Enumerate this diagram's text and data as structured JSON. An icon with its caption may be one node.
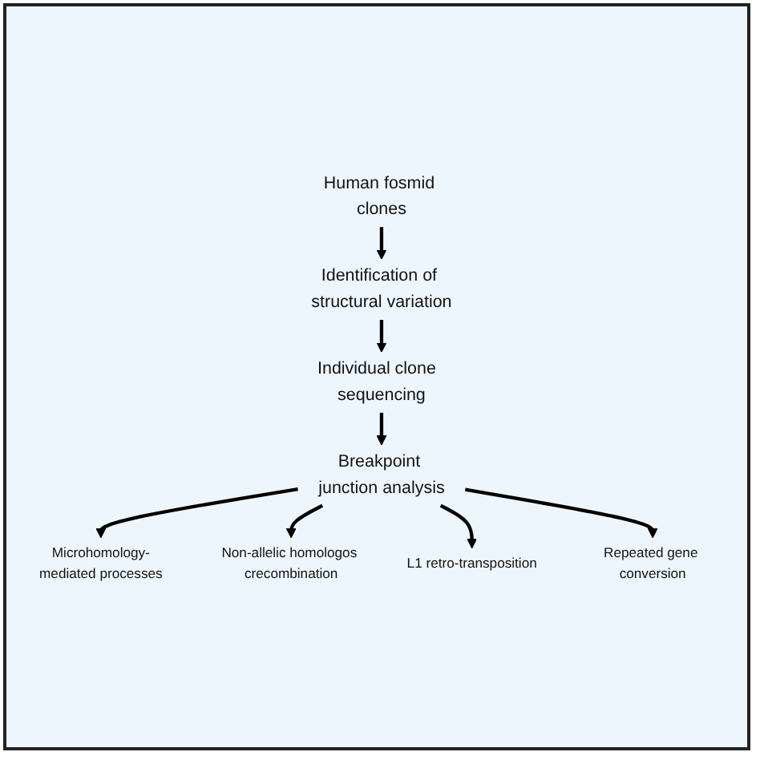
{
  "diagram": {
    "nodes": [
      {
        "text": [
          "Human fosmid clones"
        ]
      },
      {
        "text": [
          "Identification of structural variation"
        ]
      },
      {
        "text": [
          "Individual clone  sequencing"
        ]
      },
      {
        "text": [
          "Breakpoint junction analysis"
        ]
      },
      {
        "text": [
          "Microhomology-mediated processes"
        ]
      },
      {
        "text": [
          "Non-allelic homologos crecombination"
        ]
      },
      {
        "text": [
          "L1 retro-transposition"
        ]
      },
      {
        "text": [
          "Repeated gene conversion"
        ]
      }
    ],
    "edges": [
      {
        "from": 0,
        "to": 1,
        "arrow": "to"
      },
      {
        "from": 1,
        "to": 2,
        "arrow": "to"
      },
      {
        "from": 2,
        "to": 3,
        "arrow": "to"
      },
      {
        "from": 3,
        "to": 4,
        "arrow": "to"
      },
      {
        "from": 3,
        "to": 5,
        "arrow": "to"
      },
      {
        "from": 3,
        "to": 6,
        "arrow": "to"
      },
      {
        "from": 3,
        "to": 7,
        "arrow": "to"
      }
    ]
  }
}
